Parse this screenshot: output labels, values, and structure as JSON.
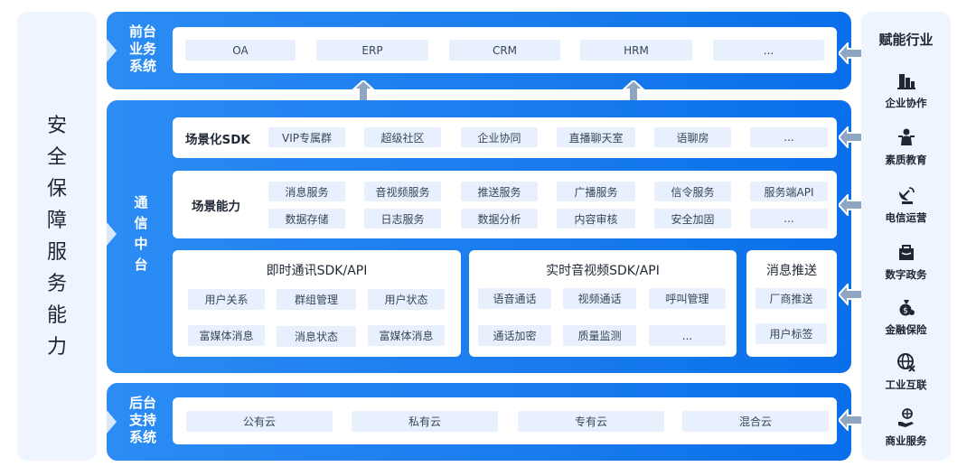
{
  "left_title": "安全保障服务能力",
  "frontend": {
    "label_lines": [
      "前台",
      "业务",
      "系统"
    ],
    "items": [
      "OA",
      "ERP",
      "CRM",
      "HRM",
      "..."
    ]
  },
  "middle": {
    "label_chars": [
      "通",
      "信",
      "中",
      "台"
    ],
    "scene_sdk": {
      "label": "场景化SDK",
      "items": [
        "VIP专属群",
        "超级社区",
        "企业协同",
        "直播聊天室",
        "语聊房",
        "..."
      ]
    },
    "scene_ability": {
      "label": "场景能力",
      "row1": [
        "消息服务",
        "音视频服务",
        "推送服务",
        "广播服务",
        "信令服务",
        "服务端API"
      ],
      "row2": [
        "数据存储",
        "日志服务",
        "数据分析",
        "内容审核",
        "安全加固",
        "..."
      ]
    },
    "im": {
      "title": "即时通讯SDK/API",
      "row1": [
        "用户关系",
        "群组管理",
        "用户状态"
      ],
      "row2": [
        "富媒体消息",
        "消息状态",
        "富媒体消息"
      ]
    },
    "rtc": {
      "title": "实时音视频SDK/API",
      "row1": [
        "语音通话",
        "视频通话",
        "呼叫管理"
      ],
      "row2": [
        "通话加密",
        "质量监测",
        "..."
      ]
    },
    "push": {
      "title": "消息推送",
      "items": [
        "厂商推送",
        "用户标签"
      ]
    }
  },
  "backend": {
    "label_lines": [
      "后台",
      "支持",
      "系统"
    ],
    "items": [
      "公有云",
      "私有云",
      "专有云",
      "混合云"
    ]
  },
  "industries": {
    "title": "赋能行业",
    "items": [
      {
        "label": "企业协作",
        "icon": "building-chart-icon"
      },
      {
        "label": "素质教育",
        "icon": "teacher-icon"
      },
      {
        "label": "电信运营",
        "icon": "satellite-dish-icon"
      },
      {
        "label": "数字政务",
        "icon": "government-bag-icon"
      },
      {
        "label": "金融保险",
        "icon": "money-bag-icon"
      },
      {
        "label": "工业互联",
        "icon": "globe-network-icon"
      },
      {
        "label": "商业服务",
        "icon": "hand-globe-icon"
      }
    ]
  },
  "colors": {
    "primary_blue": "#0a6fea",
    "chip_bg": "#e7f0fc",
    "panel_bg": "#eef5fe",
    "arrow_gray": "#8fa6c3"
  }
}
